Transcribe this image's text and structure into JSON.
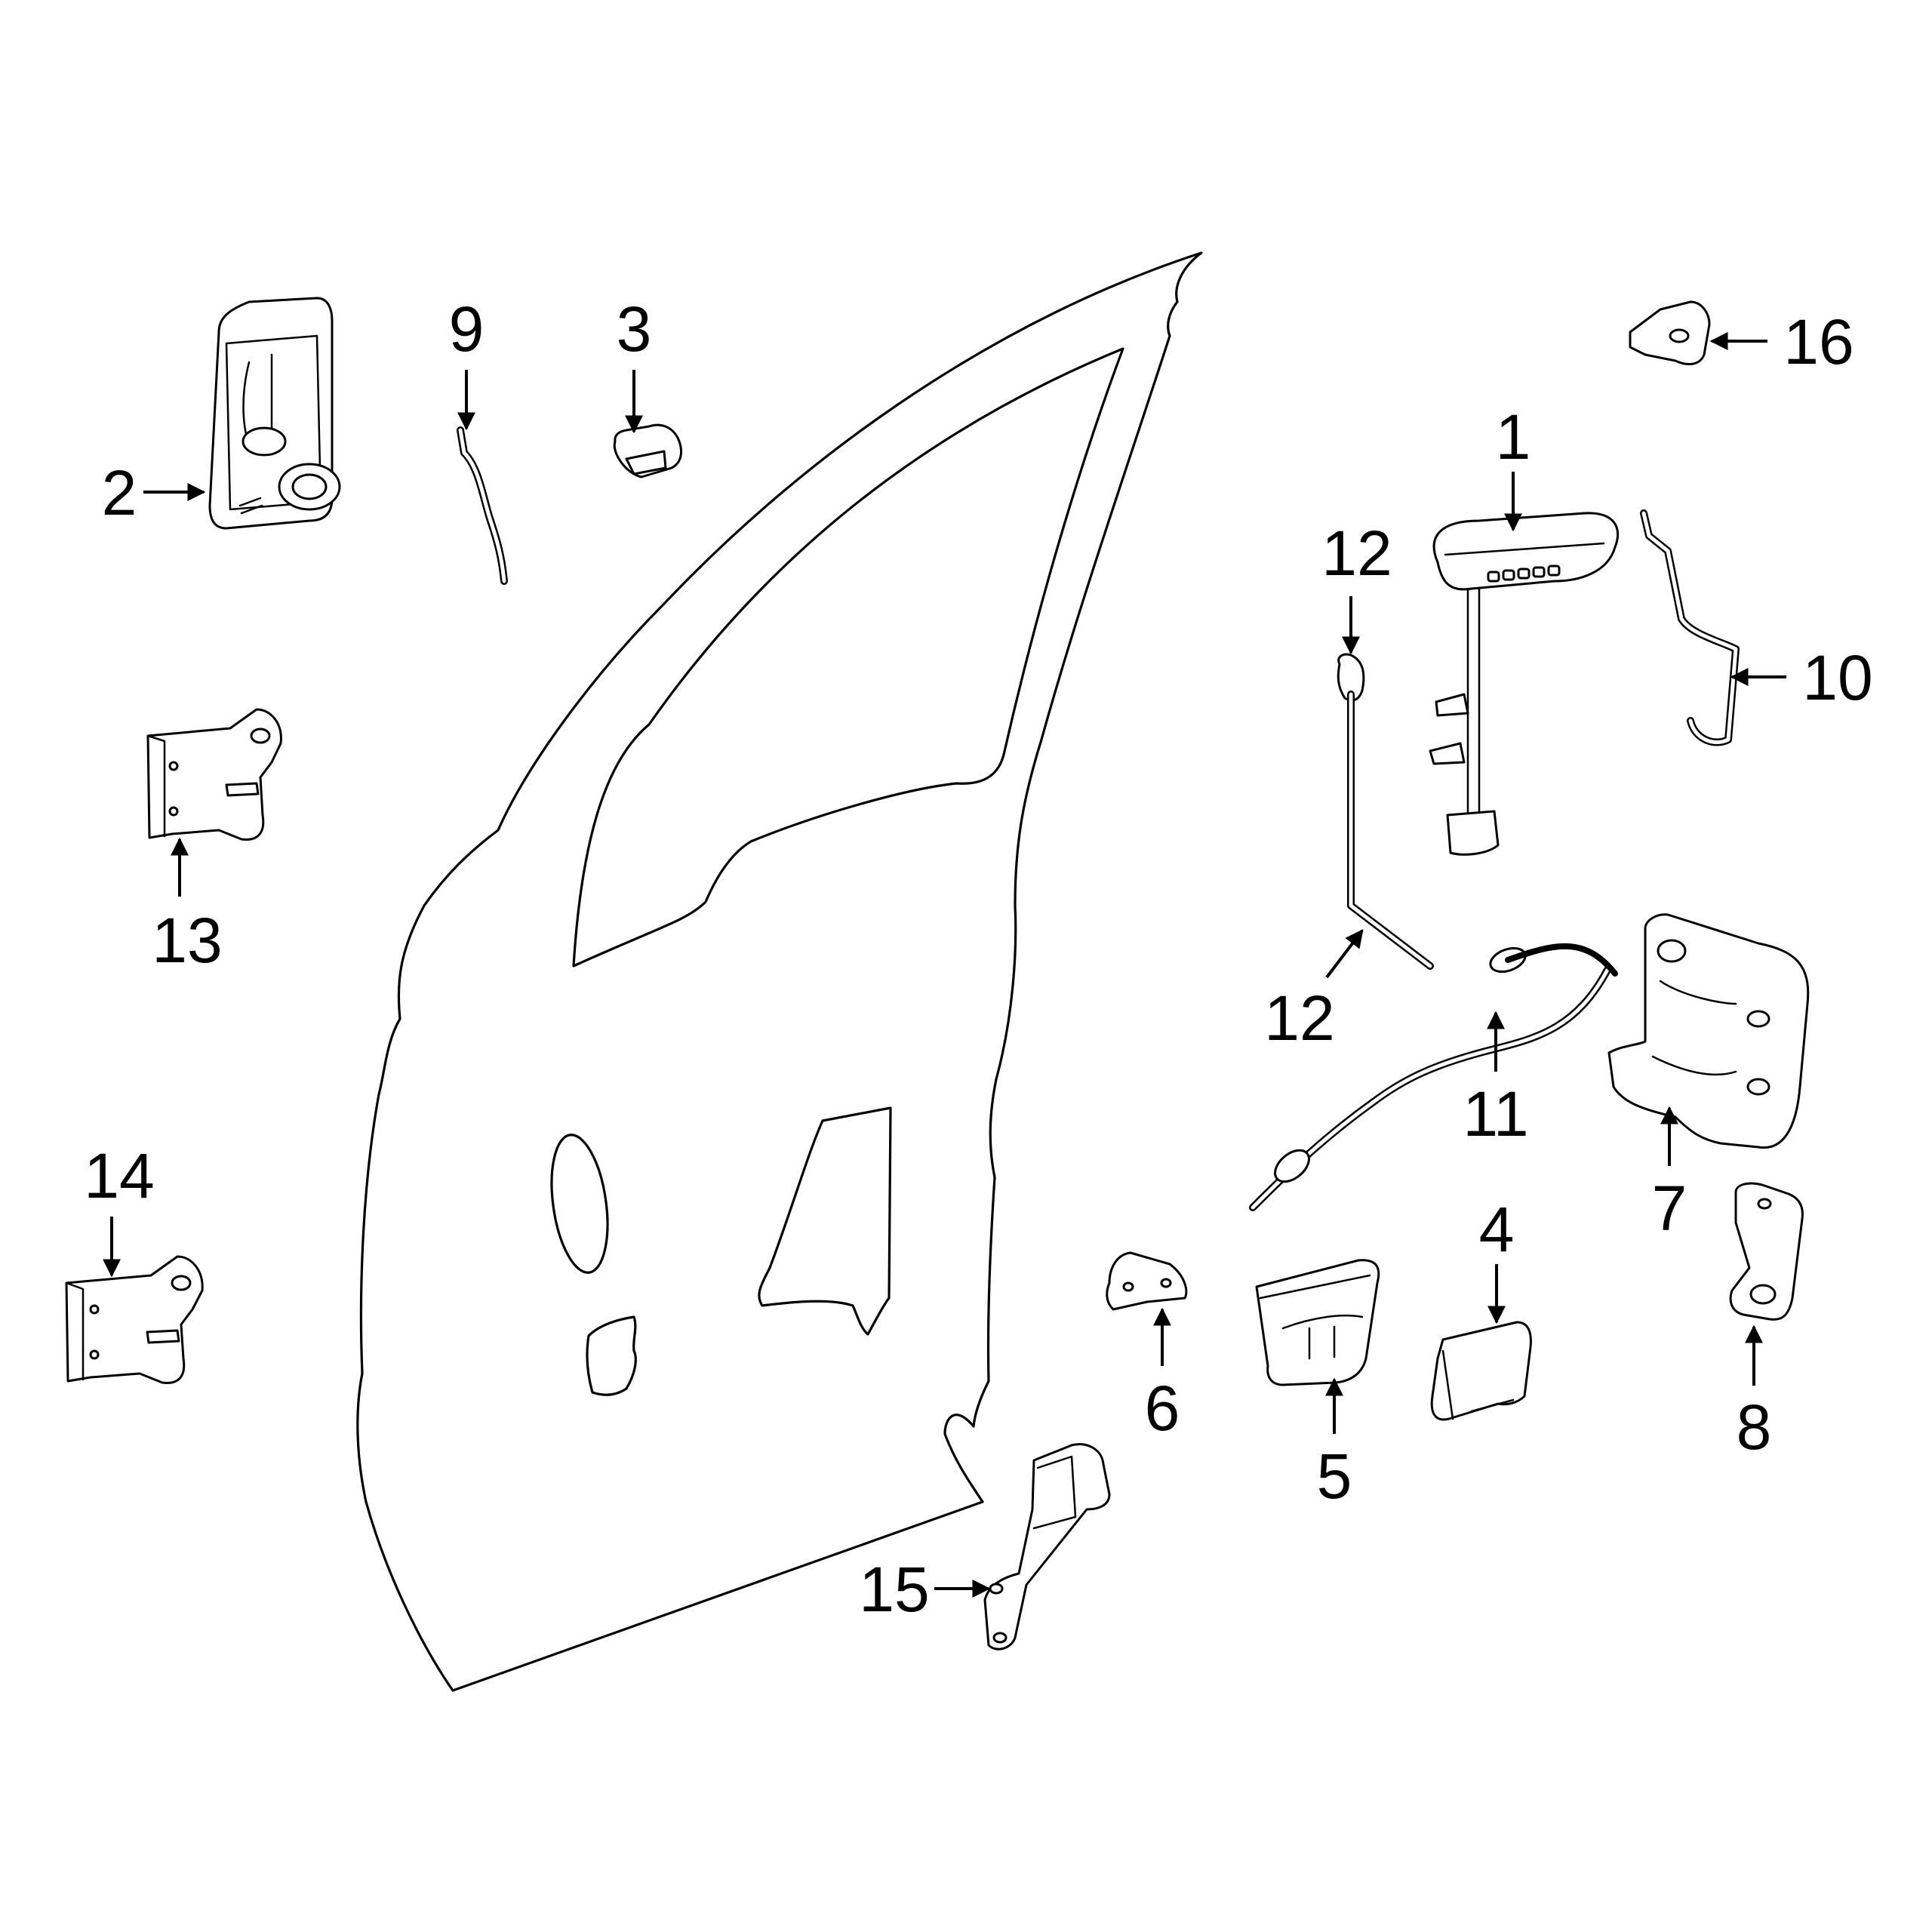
{
  "diagram": {
    "colors": {
      "line": "#000000",
      "background": "#ffffff"
    },
    "callouts": [
      "1",
      "2",
      "3",
      "4",
      "5",
      "6",
      "7",
      "8",
      "9",
      "10",
      "11",
      "12",
      "12",
      "13",
      "14",
      "15",
      "16"
    ]
  }
}
